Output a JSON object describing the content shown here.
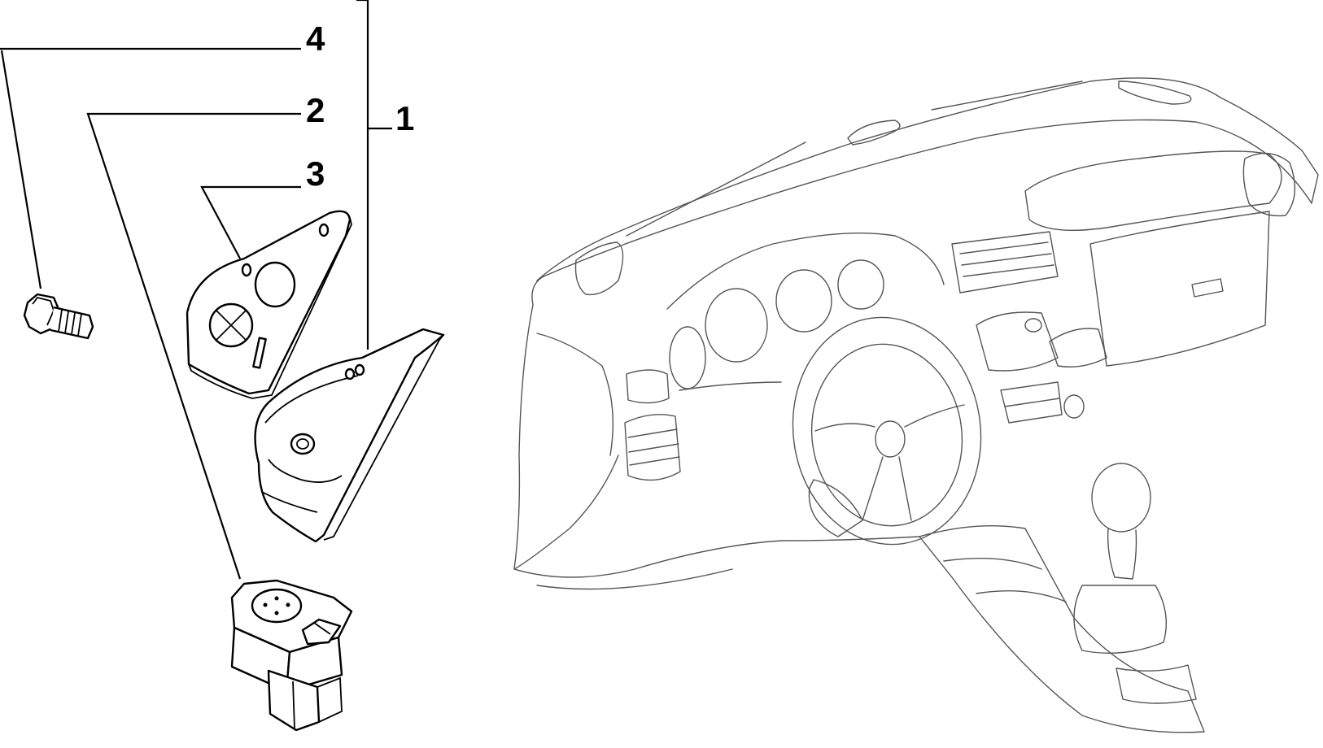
{
  "callouts": [
    {
      "id": "4",
      "label": "4"
    },
    {
      "id": "2",
      "label": "2"
    },
    {
      "id": "3",
      "label": "3"
    },
    {
      "id": "1",
      "label": "1"
    }
  ]
}
